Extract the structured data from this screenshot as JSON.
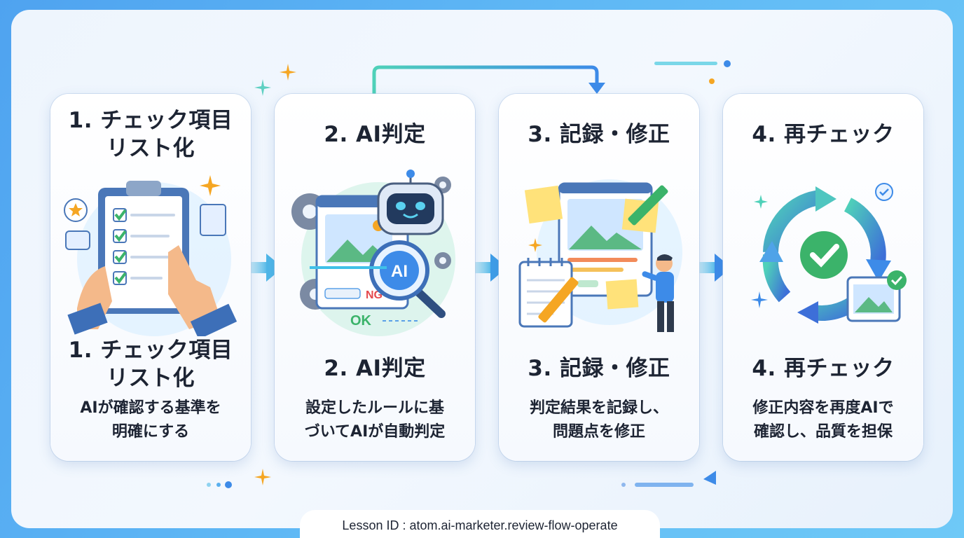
{
  "steps": [
    {
      "title_top": "1. チェック項目\nリスト化",
      "title_bottom": "1. チェック項目\nリスト化",
      "description": "AIが確認する基準を\n明確にする"
    },
    {
      "title_top": "2. AI判定",
      "title_bottom": "2. AI判定",
      "description": "設定したルールに基\nづいてAIが自動判定",
      "illustration_labels": {
        "ai": "AI",
        "ng": "NG",
        "ok": "OK"
      }
    },
    {
      "title_top": "3. 記録・修正",
      "title_bottom": "3. 記録・修正",
      "description": "判定結果を記録し、\n問題点を修正"
    },
    {
      "title_top": "4. 再チェック",
      "title_bottom": "4. 再チェック",
      "description": "修正内容を再度AIで\n確認し、品質を担保"
    }
  ],
  "footer": {
    "lesson_id": "Lesson ID : atom.ai-marketer.review-flow-operate"
  },
  "colors": {
    "accent_blue": "#3d8be8",
    "accent_teal": "#3cc7b5",
    "check_green": "#3bb36a",
    "sparkle_orange": "#f5a623",
    "note_yellow": "#ffe27a",
    "ng_red": "#e5484d",
    "text_dark": "#1d2433"
  },
  "icons": [
    "clipboard-checklist-icon",
    "robot-icon",
    "magnifier-ai-icon",
    "gear-icon",
    "sticky-note-icon",
    "notepad-pencil-icon",
    "person-painting-icon",
    "refresh-cycle-icon",
    "check-circle-icon",
    "image-check-icon",
    "arrow-right-icon",
    "sparkle-icon"
  ]
}
